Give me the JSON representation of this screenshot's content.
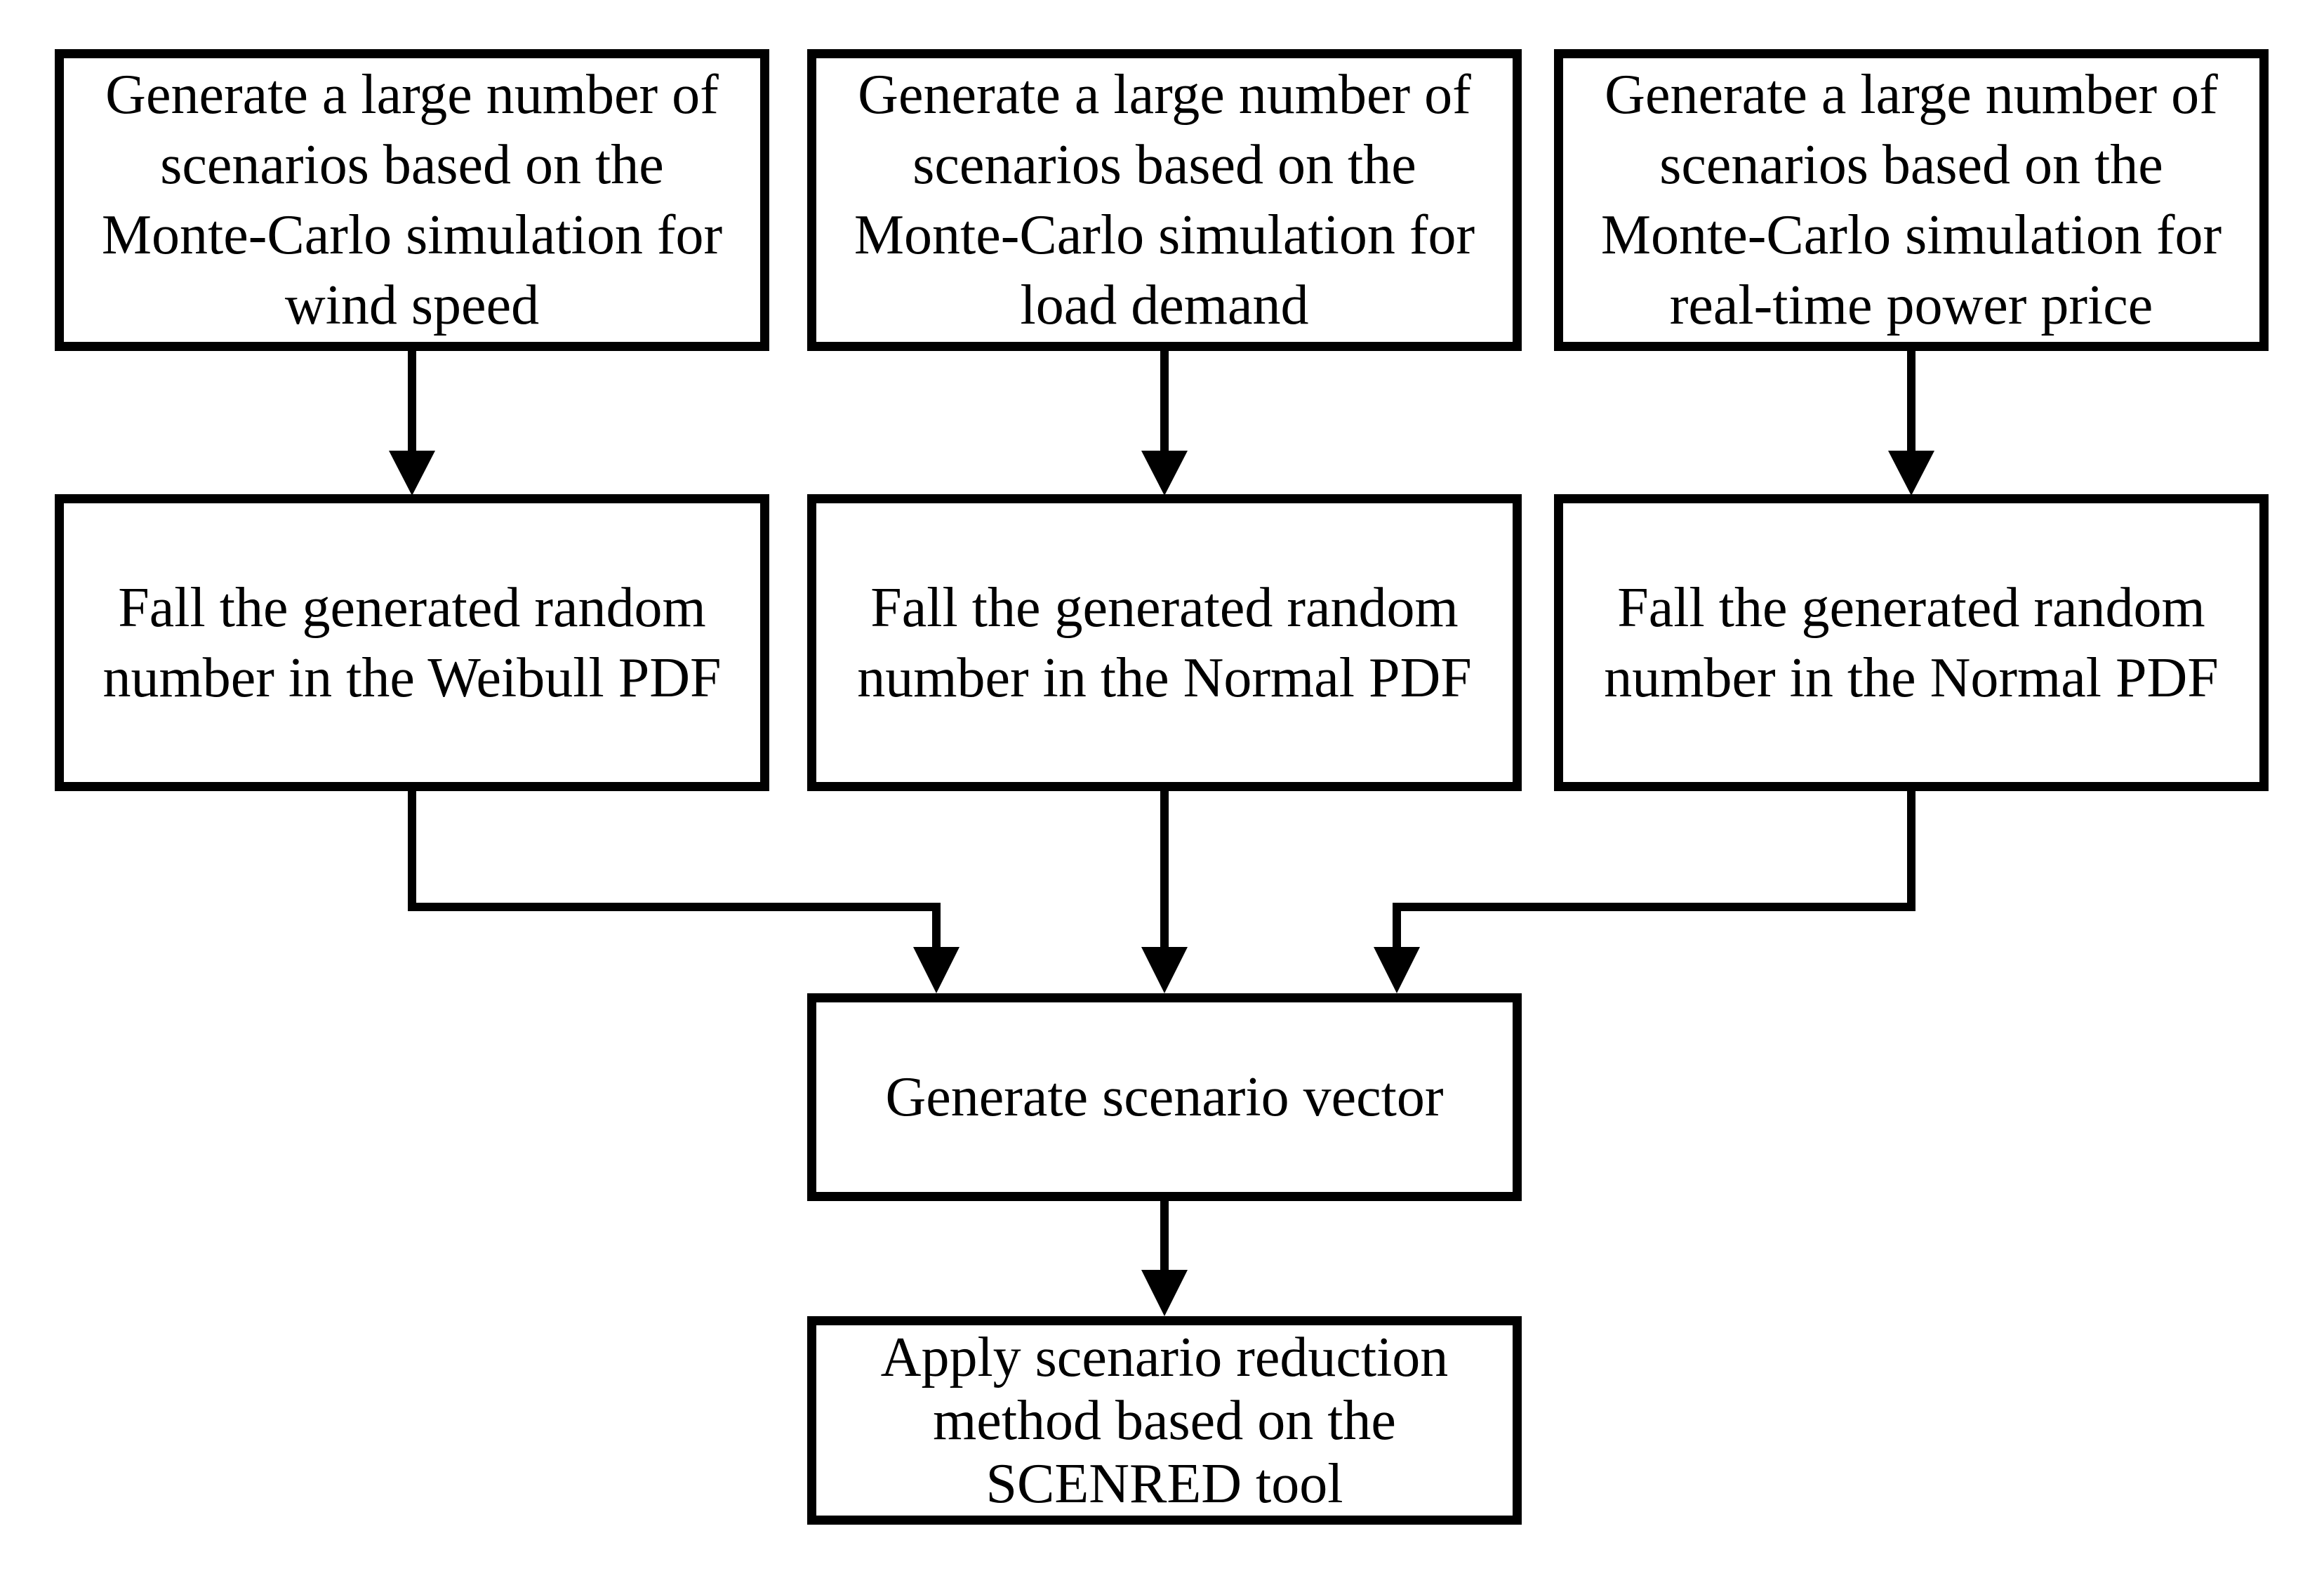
{
  "diagram": {
    "type": "flowchart",
    "colors": {
      "stroke": "#000000",
      "background": "#ffffff",
      "text": "#000000"
    },
    "nodes": {
      "wind": {
        "lines": [
          "Generate a large number of",
          "scenarios based on the",
          "Monte-Carlo simulation for",
          "wind speed"
        ]
      },
      "load": {
        "lines": [
          "Generate a large number of",
          "scenarios based on the",
          "Monte-Carlo simulation for",
          "load demand"
        ]
      },
      "price": {
        "lines": [
          "Generate a large number of",
          "scenarios based on the",
          "Monte-Carlo simulation for",
          "real-time power price"
        ]
      },
      "weibull": {
        "lines": [
          "Fall the generated random",
          "number in the Weibull PDF"
        ]
      },
      "normal_load": {
        "lines": [
          "Fall the generated random",
          "number in the Normal PDF"
        ]
      },
      "normal_price": {
        "lines": [
          "Fall the generated random",
          "number in the Normal PDF"
        ]
      },
      "vector": {
        "lines": [
          "Generate scenario vector"
        ]
      },
      "reduction": {
        "lines": [
          "Apply scenario reduction",
          "method based on the",
          "SCENRED tool"
        ]
      }
    },
    "edges": [
      {
        "from": "wind",
        "to": "weibull"
      },
      {
        "from": "load",
        "to": "normal_load"
      },
      {
        "from": "price",
        "to": "normal_price"
      },
      {
        "from": "weibull",
        "to": "vector"
      },
      {
        "from": "normal_load",
        "to": "vector"
      },
      {
        "from": "normal_price",
        "to": "vector"
      },
      {
        "from": "vector",
        "to": "reduction"
      }
    ]
  }
}
